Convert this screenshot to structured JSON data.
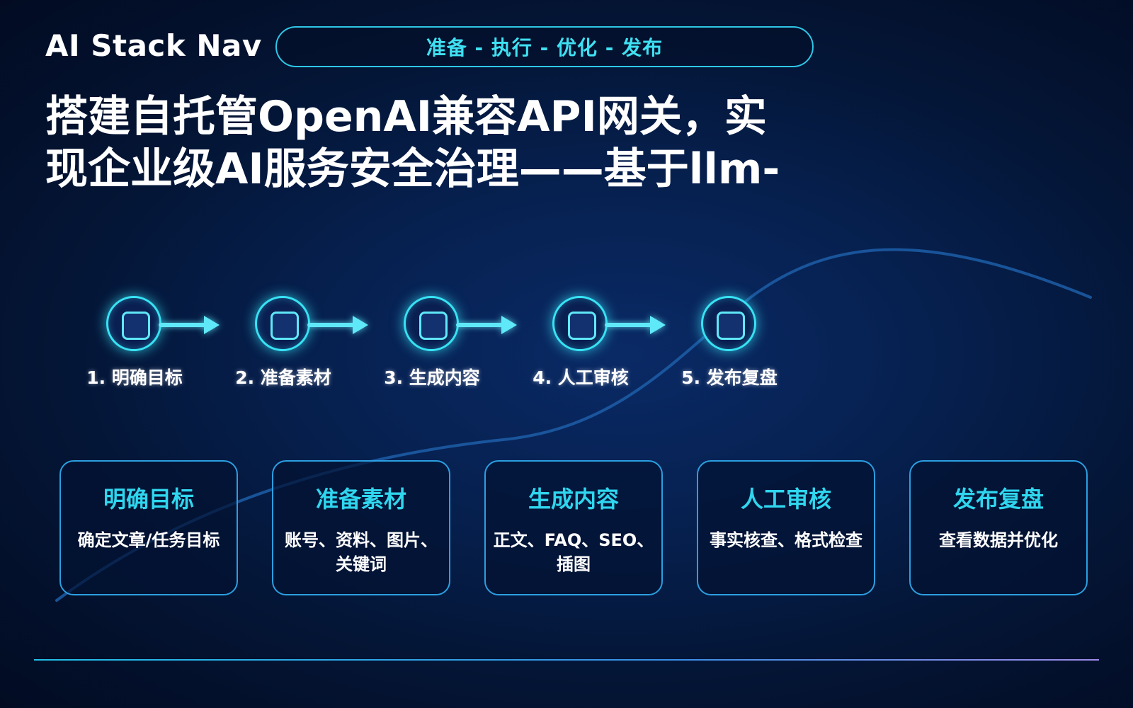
{
  "brand": "AI Stack Nav",
  "tagline": "准备 - 执行 - 优化 - 发布",
  "title_line1": "搭建自托管OpenAI兼容API网关，实",
  "title_line2": "现企业级AI服务安全治理——基于llm-",
  "steps": [
    {
      "label": "1. 明确目标"
    },
    {
      "label": "2. 准备素材"
    },
    {
      "label": "3. 生成内容"
    },
    {
      "label": "4. 人工审核"
    },
    {
      "label": "5. 发布复盘"
    }
  ],
  "cards": [
    {
      "title": "明确目标",
      "desc": "确定文章/任务目标"
    },
    {
      "title": "准备素材",
      "desc": "账号、资料、图片、关键词"
    },
    {
      "title": "生成内容",
      "desc": "正文、FAQ、SEO、插图"
    },
    {
      "title": "人工审核",
      "desc": "事实核查、格式检查"
    },
    {
      "title": "发布复盘",
      "desc": "查看数据并优化"
    }
  ],
  "colors": {
    "accent": "#2fd6ee",
    "background": "#06204f"
  }
}
